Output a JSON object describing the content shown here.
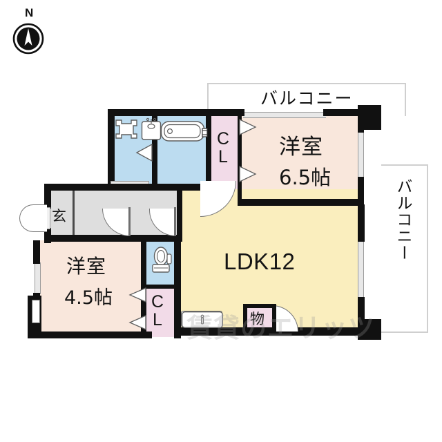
{
  "plan": {
    "compass": {
      "north_label": "N",
      "icon": "compass-rose-icon"
    },
    "balconies": [
      {
        "id": "balcony-top",
        "label": "バルコニー",
        "orientation": "horizontal"
      },
      {
        "id": "balcony-right",
        "label": "バルコニー",
        "orientation": "vertical"
      }
    ],
    "rooms": [
      {
        "id": "bedroom-1",
        "name": "洋室",
        "size": "6.5帖",
        "fill": "#f9e7dc"
      },
      {
        "id": "bedroom-2",
        "name": "洋室",
        "size": "4.5帖",
        "fill": "#f9e7dc"
      },
      {
        "id": "ldk",
        "name": "LDK12",
        "fill": "#faeebe"
      },
      {
        "id": "entrance",
        "name": "玄",
        "fill": "#dedede"
      },
      {
        "id": "storage",
        "name": "物",
        "fill": "#f2dbe8"
      }
    ],
    "closets": [
      {
        "id": "closet-top",
        "label": "CL",
        "line1": "C",
        "line2": "L",
        "fill": "#f2dbe8"
      },
      {
        "id": "closet-bottom",
        "label": "CL",
        "line1": "C",
        "line2": "L",
        "fill": "#f2dbe8"
      }
    ],
    "wet_areas": [
      {
        "id": "washroom",
        "fixtures": [
          "washing-machine-pan-icon",
          "vanity-sink-icon"
        ],
        "fill": "#bcdcf0"
      },
      {
        "id": "bathroom",
        "fixtures": [
          "bathtub-icon"
        ],
        "fill": "#bcdcf0"
      },
      {
        "id": "toilet",
        "fixtures": [
          "toilet-icon"
        ],
        "fill": "#bcdcf0"
      }
    ],
    "kitchen": {
      "id": "kitchen-counter",
      "fixtures": [
        "kitchen-sink-icon"
      ]
    },
    "colors": {
      "wall": "#111111",
      "bedroom": "#f9e7dc",
      "ldk": "#faeebe",
      "water": "#bcdcf0",
      "closet": "#f2dbe8",
      "hall": "#dedede",
      "window": "#e8e8e8",
      "balcony_outline": "#cfcfcf"
    },
    "watermark": {
      "text": "賃貸のエリッツ"
    }
  }
}
